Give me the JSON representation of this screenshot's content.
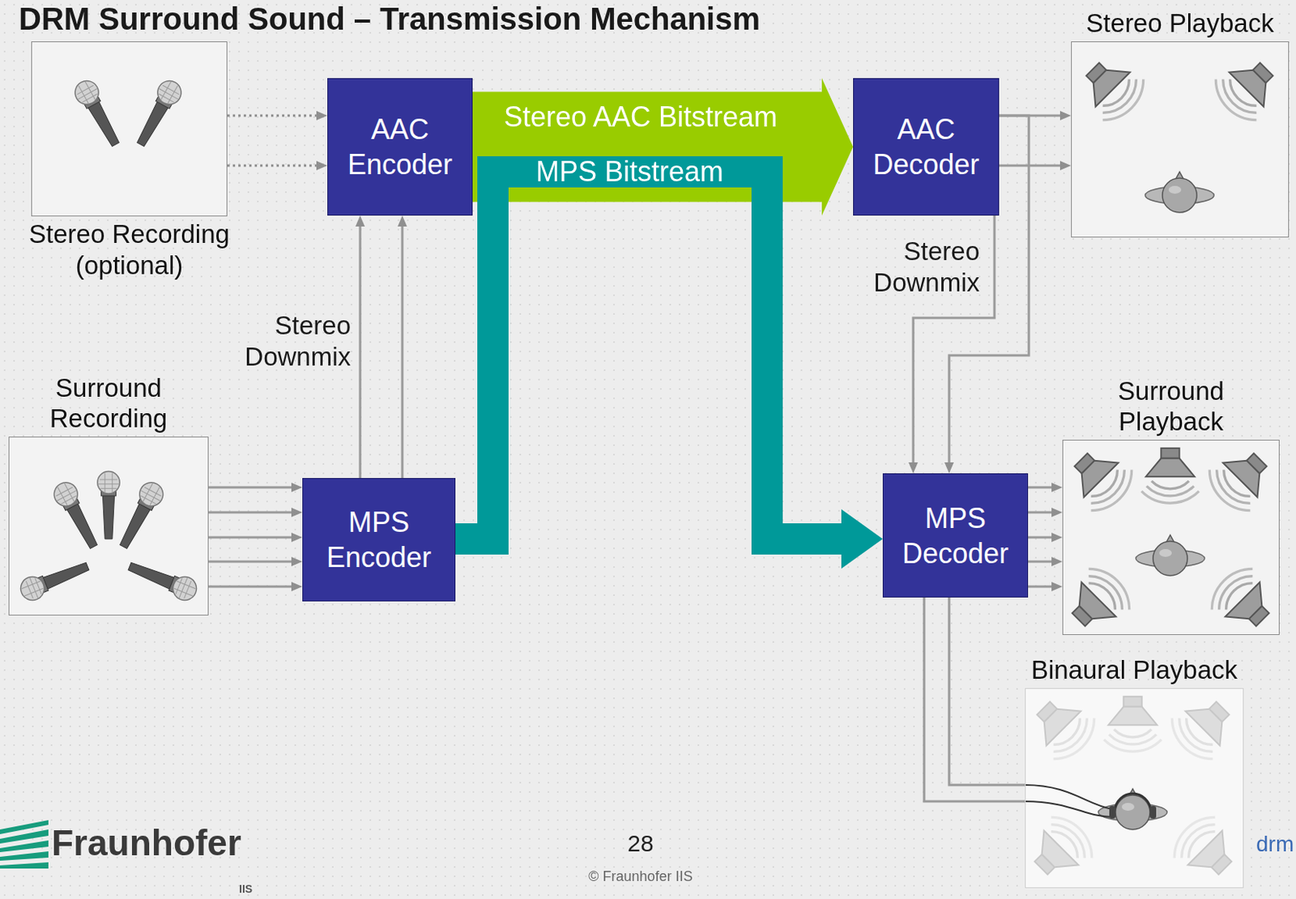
{
  "diagram": {
    "title": "DRM Surround Sound – Transmission Mechanism",
    "nodes": [
      {
        "text": [
          "Stereo Recording (optional)"
        ]
      },
      {
        "text": [
          "AAC Encoder"
        ]
      },
      {
        "text": [
          "AAC Decoder"
        ]
      },
      {
        "text": [
          "Stereo Playback"
        ]
      },
      {
        "text": [
          "Surround Recording"
        ]
      },
      {
        "text": [
          "MPS Encoder"
        ]
      },
      {
        "text": [
          "MPS Decoder"
        ]
      },
      {
        "text": [
          "Surround Playback"
        ]
      },
      {
        "text": [
          "Binaural Playback"
        ]
      }
    ],
    "edges": [
      {
        "from": 0,
        "to": 1,
        "arrow": "to"
      },
      {
        "from": 0,
        "to": 1,
        "arrow": "to"
      },
      {
        "from": 4,
        "to": 5,
        "arrow": "to"
      },
      {
        "from": 4,
        "to": 5,
        "arrow": "to"
      },
      {
        "from": 4,
        "to": 5,
        "arrow": "to"
      },
      {
        "from": 4,
        "to": 5,
        "arrow": "to"
      },
      {
        "from": 4,
        "to": 5,
        "arrow": "to"
      },
      {
        "from": 5,
        "to": 1,
        "label": "Stereo Downmix",
        "arrow": "to"
      },
      {
        "from": 5,
        "to": 1,
        "arrow": "to"
      },
      {
        "from": 1,
        "to": 2,
        "label": "Stereo AAC Bitstream",
        "arrow": "to"
      },
      {
        "from": 5,
        "to": 6,
        "label": "MPS Bitstream",
        "arrow": "to"
      },
      {
        "from": 2,
        "to": 3,
        "arrow": "to"
      },
      {
        "from": 2,
        "to": 3,
        "arrow": "to"
      },
      {
        "from": 2,
        "to": 6,
        "arrow": "to"
      },
      {
        "from": 2,
        "to": 6,
        "label": "Stereo Downmix",
        "arrow": "to"
      },
      {
        "from": 6,
        "to": 7,
        "arrow": "to"
      },
      {
        "from": 6,
        "to": 7,
        "arrow": "to"
      },
      {
        "from": 6,
        "to": 7,
        "arrow": "to"
      },
      {
        "from": 6,
        "to": 7,
        "arrow": "to"
      },
      {
        "from": 6,
        "to": 7,
        "arrow": "to"
      },
      {
        "from": 6,
        "to": 8,
        "arrow": "none"
      },
      {
        "from": 6,
        "to": 8,
        "arrow": "none"
      }
    ],
    "labels": [
      "28",
      "© Fraunhofer IIS",
      "Fraunhofer",
      "IIS",
      "drm"
    ]
  }
}
